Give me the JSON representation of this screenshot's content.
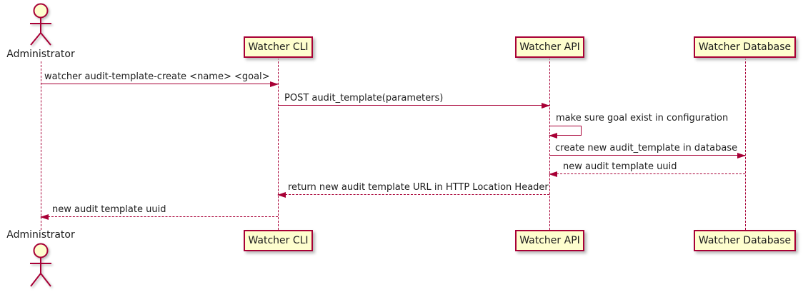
{
  "diagram_type": "uml-sequence",
  "colors": {
    "accent": "#A80036",
    "participant_fill": "#FEFECE",
    "text": "#1c1c1c",
    "background": "#ffffff"
  },
  "actor": {
    "top_label": "Administrator",
    "bottom_label": "Administrator"
  },
  "participants": [
    {
      "name": "Watcher CLI"
    },
    {
      "name": "Watcher API"
    },
    {
      "name": "Watcher Database"
    }
  ],
  "messages": [
    {
      "from": "Administrator",
      "to": "Watcher CLI",
      "label": "watcher audit-template-create <name> <goal>",
      "line": "solid",
      "direction": "right"
    },
    {
      "from": "Watcher CLI",
      "to": "Watcher API",
      "label": "POST audit_template(parameters)",
      "line": "solid",
      "direction": "right"
    },
    {
      "from": "Watcher API",
      "to": "Watcher API",
      "label": "make sure goal exist in configuration",
      "line": "solid",
      "direction": "self"
    },
    {
      "from": "Watcher API",
      "to": "Watcher Database",
      "label": "create new audit_template in database",
      "line": "solid",
      "direction": "right"
    },
    {
      "from": "Watcher Database",
      "to": "Watcher API",
      "label": "new audit template uuid",
      "line": "dashed",
      "direction": "left"
    },
    {
      "from": "Watcher API",
      "to": "Watcher CLI",
      "label": "return new audit template URL in HTTP Location Header",
      "line": "dashed",
      "direction": "left"
    },
    {
      "from": "Watcher CLI",
      "to": "Administrator",
      "label": "new audit template uuid",
      "line": "dashed",
      "direction": "left"
    }
  ]
}
